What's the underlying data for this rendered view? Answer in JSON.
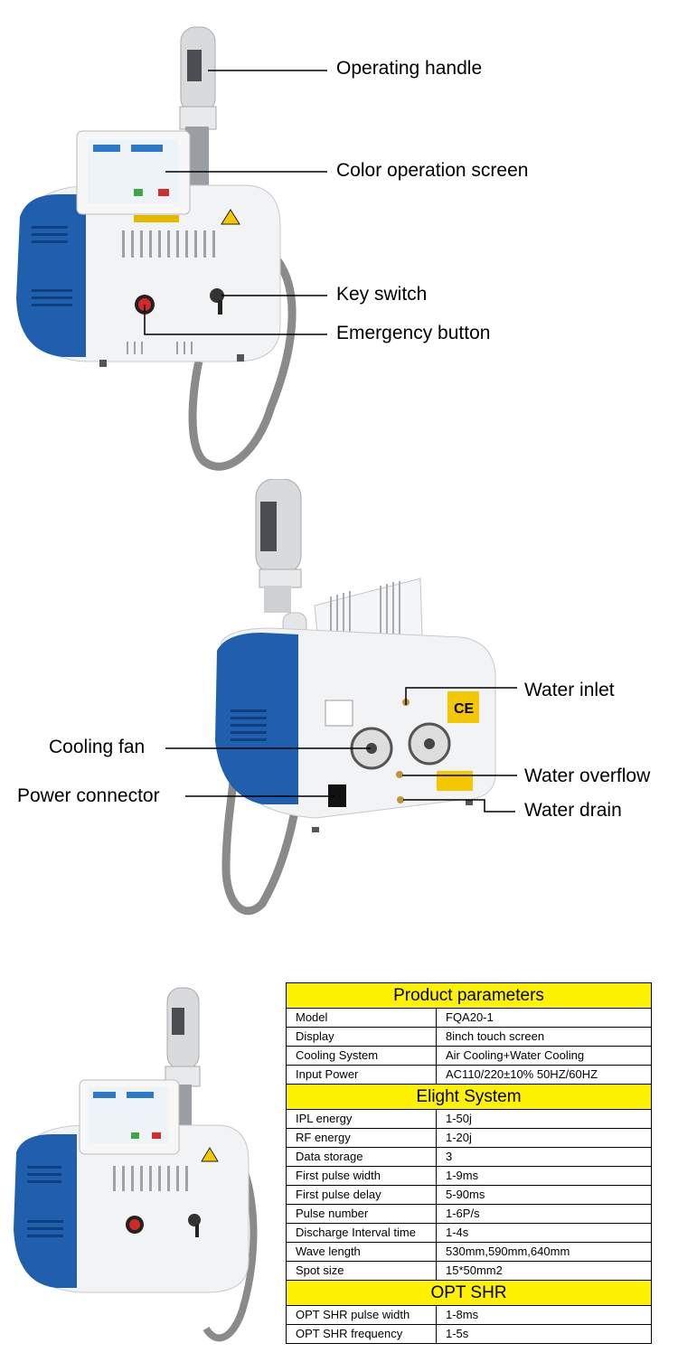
{
  "section1": {
    "labels": {
      "operating_handle": "Operating handle",
      "color_screen": "Color operation screen",
      "key_switch": "Key switch",
      "emergency_button": "Emergency button"
    }
  },
  "section2": {
    "labels": {
      "water_inlet": "Water inlet",
      "cooling_fan": "Cooling fan",
      "water_overflow": "Water overflow",
      "power_connector": "Power connector",
      "water_drain": "Water drain"
    },
    "ce_mark": "CE"
  },
  "table": {
    "header1": "Product parameters",
    "rows1": [
      {
        "name": "Model",
        "value": "FQA20-1"
      },
      {
        "name": "Display",
        "value": "8inch touch screen"
      },
      {
        "name": "Cooling System",
        "value": "Air Cooling+Water Cooling"
      },
      {
        "name": "Input Power",
        "value": "AC110/220±10% 50HZ/60HZ"
      }
    ],
    "header2": "Elight System",
    "rows2": [
      {
        "name": "IPL energy",
        "value": "1-50j"
      },
      {
        "name": "RF energy",
        "value": "1-20j"
      },
      {
        "name": "Data storage",
        "value": "3"
      },
      {
        "name": "First pulse width",
        "value": "1-9ms"
      },
      {
        "name": "First pulse delay",
        "value": "5-90ms"
      },
      {
        "name": "Pulse number",
        "value": "1-6P/s"
      },
      {
        "name": "Discharge Interval time",
        "value": "1-4s"
      },
      {
        "name": "Wave length",
        "value": "530mm,590mm,640mm"
      },
      {
        "name": "Spot size",
        "value": "15*50mm2"
      }
    ],
    "header3": "OPT SHR",
    "rows3": [
      {
        "name": "OPT SHR pulse width",
        "value": "1-8ms"
      },
      {
        "name": "OPT SHR frequency",
        "value": "1-5s"
      }
    ]
  },
  "colors": {
    "panel_blue": "#1f5fae",
    "body_white": "#f2f3f5",
    "table_yellow": "#fff200",
    "cable_gray": "#8a8a8a"
  }
}
